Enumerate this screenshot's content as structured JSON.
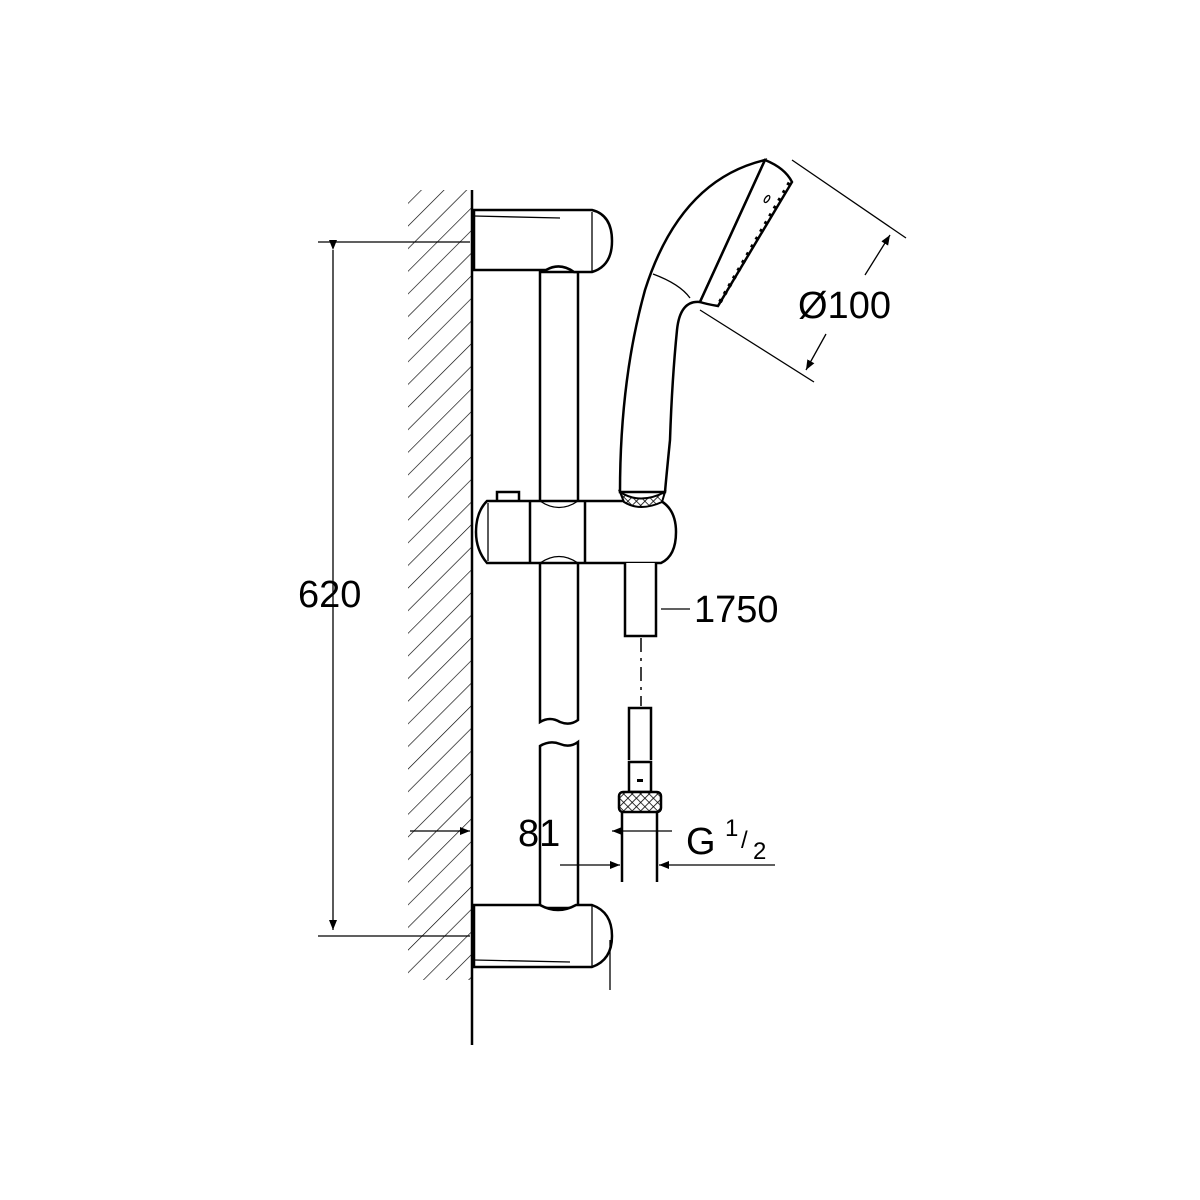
{
  "drawing": {
    "title": "Shower rail set technical drawing",
    "dimensions": {
      "height": "620",
      "projection": "81",
      "head_diameter": "Ø100",
      "hose_length": "1750",
      "connection_main": "G",
      "connection_num": "1",
      "connection_den": "2"
    },
    "line_color": "#000000",
    "background": "#ffffff"
  }
}
